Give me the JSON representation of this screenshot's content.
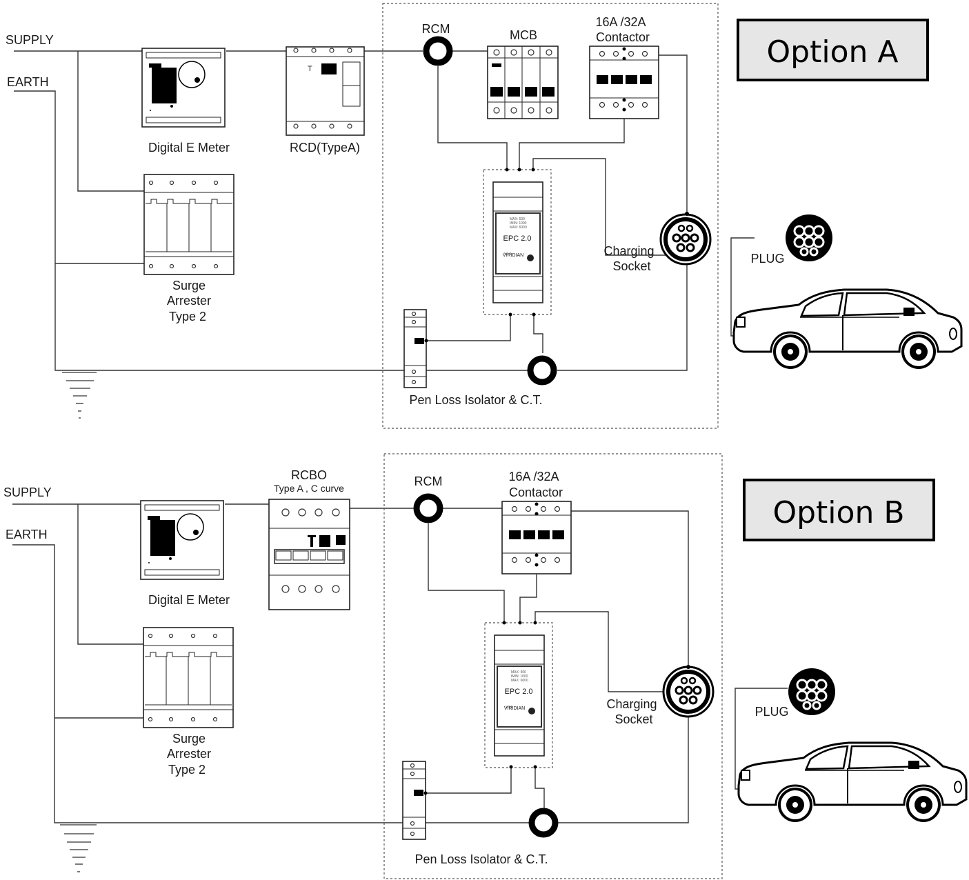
{
  "options": [
    {
      "title": "Option A",
      "supply": "SUPPLY",
      "earth": "EARTH",
      "meter": "Digital E Meter",
      "protection": "RCD(TypeA)",
      "surge": [
        "Surge",
        "Arrester",
        "Type 2"
      ],
      "rcm": "RCM",
      "mcb": "MCB",
      "contactor": [
        "16A /32A",
        "Contactor"
      ],
      "epc": "EPC 2.0",
      "brand": "VIRIDIAN",
      "socket": [
        "Charging",
        "Socket"
      ],
      "plug": "PLUG",
      "pen": "Pen Loss Isolator &  C.T."
    },
    {
      "title": "Option B",
      "supply": "SUPPLY",
      "earth": "EARTH",
      "meter": "Digital E Meter",
      "protection": "RCBO",
      "protection_sub": "Type A , C curve",
      "surge": [
        "Surge",
        "Arrester",
        "Type 2"
      ],
      "rcm": "RCM",
      "contactor": [
        "16A /32A",
        "Contactor"
      ],
      "epc": "EPC 2.0",
      "brand": "VIRIDIAN",
      "socket": [
        "Charging",
        "Socket"
      ],
      "plug": "PLUG",
      "pen": "Pen Loss Isolator &  C.T."
    }
  ]
}
